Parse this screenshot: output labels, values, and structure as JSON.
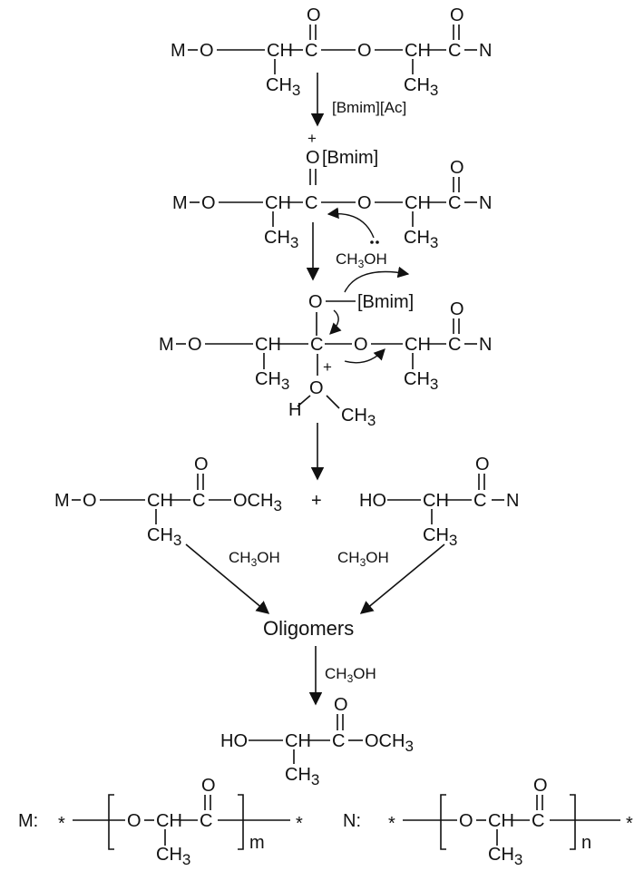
{
  "atoms": {
    "M": "M",
    "N": "N",
    "O": "O",
    "CH": "CH",
    "C": "C",
    "CH3": "CH",
    "sub3": "3",
    "H": "H",
    "HO": "HO",
    "OCH3": "OCH",
    "plus": "+",
    "minus": "−",
    "star": "*",
    "colon": ":"
  },
  "step1": {
    "reagent": "[Bmim][Ac]"
  },
  "step2": {
    "ion_label": "[Bmim]",
    "charge": "+",
    "nucleophile": "CH",
    "nucleophile_tail": "OH"
  },
  "step3": {
    "ion_label": "[Bmim]",
    "charge": "+"
  },
  "step4": {
    "plus": "+"
  },
  "methanol": {
    "prefix": "CH",
    "suffix": "OH"
  },
  "oligomers": "Oligomers",
  "legend": {
    "M_label": "M:",
    "N_label": "N:",
    "m": "m",
    "n": "n"
  },
  "colors": {
    "ink": "#111111",
    "background": "#ffffff"
  }
}
